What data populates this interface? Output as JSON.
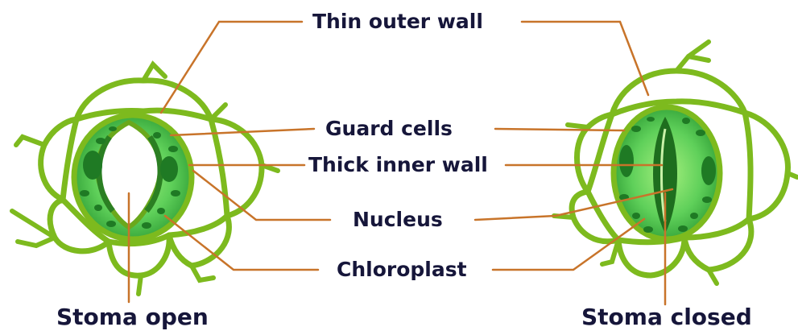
{
  "labels": {
    "thin_outer_wall": "Thin outer wall",
    "guard_cells": "Guard cells",
    "thick_inner_wall": "Thick inner wall",
    "nucleus": "Nucleus",
    "chloroplast": "Chloroplast"
  },
  "captions": {
    "open": "Stoma open",
    "closed": "Stoma closed"
  },
  "colors": {
    "leader_line": "#c8742a",
    "cell_wall": "#7dba1e",
    "guard_cell_fill": "#5fd05a",
    "chloroplast": "#1f7a24",
    "label_text": "#16163a"
  }
}
